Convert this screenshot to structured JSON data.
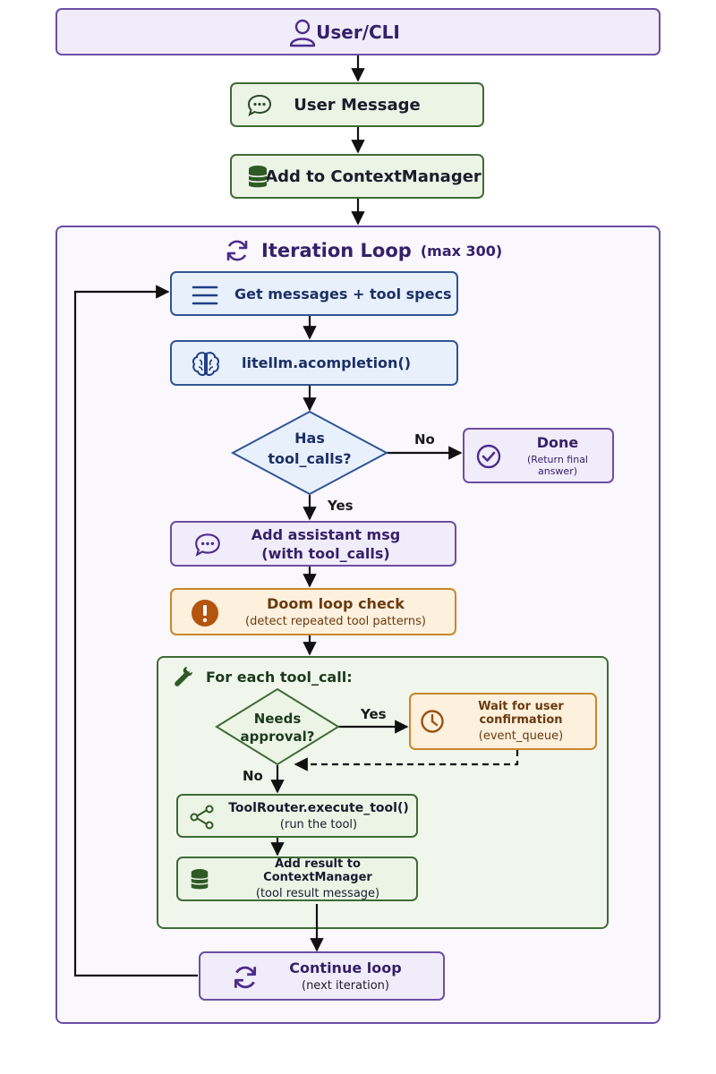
{
  "nodes": {
    "user_cli": "User/CLI",
    "user_message": "User Message",
    "add_context": "Add to ContextManager",
    "loop_title": "Iteration Loop",
    "loop_max": "(max 300)",
    "get_messages": "Get messages + tool specs",
    "completion": "litellm.acompletion()",
    "has_tool_calls_1": "Has",
    "has_tool_calls_2": "tool_calls?",
    "done_title": "Done",
    "done_sub": "(Return final answer)",
    "assistant_title": "Add assistant msg",
    "assistant_sub": "(with tool_calls)",
    "doom_title": "Doom loop check",
    "doom_sub": "(detect repeated tool patterns)",
    "foreach_title": "For each tool_call:",
    "approval_1": "Needs",
    "approval_2": "approval?",
    "wait_title": "Wait for user confirmation",
    "wait_sub": "(event_queue)",
    "router_title": "ToolRouter.execute_tool()",
    "router_sub": "(run the tool)",
    "addresult_title": "Add result to ContextManager",
    "addresult_sub": "(tool result message)",
    "continue_title": "Continue loop",
    "continue_sub": "(next iteration)"
  },
  "edges": {
    "no": "No",
    "yes": "Yes",
    "yes2": "Yes",
    "no2": "No"
  },
  "colors": {
    "purple": "#6a4fa3",
    "green": "#3f6b35",
    "blue": "#2f5595",
    "orange": "#c8872a"
  },
  "icons": [
    "user-icon",
    "chat-bubble-icon",
    "database-icon",
    "refresh-icon",
    "menu-lines-icon",
    "brain-icon",
    "check-circle-icon",
    "exclamation-icon",
    "wrench-icon",
    "clock-icon",
    "share-nodes-icon"
  ]
}
